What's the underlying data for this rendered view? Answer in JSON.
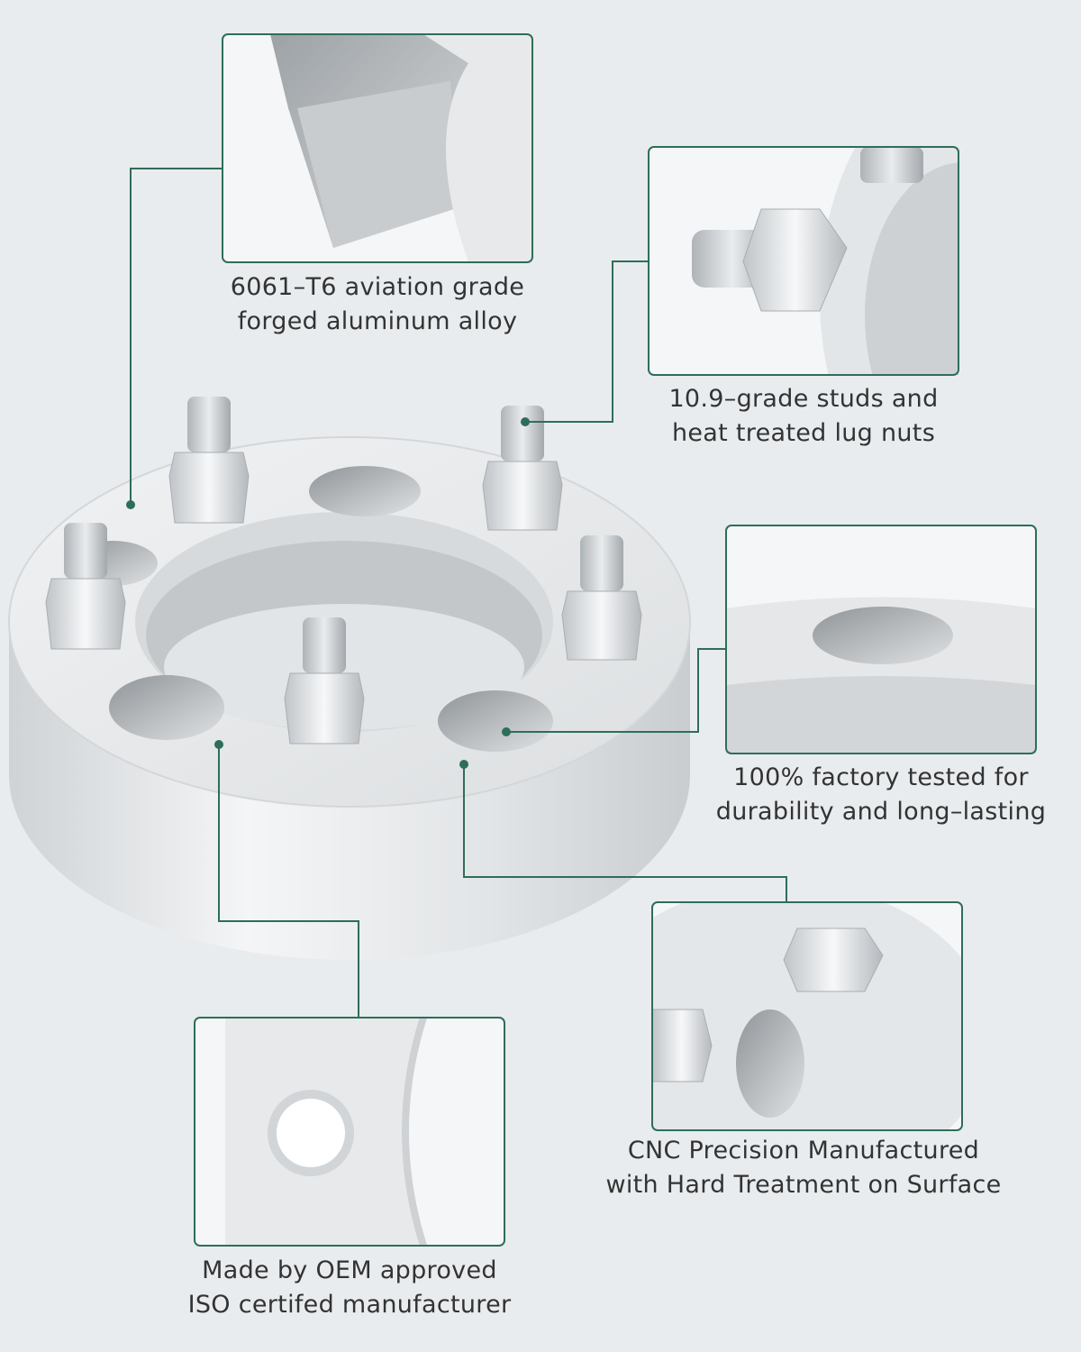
{
  "colors": {
    "accent": "#2e6e58",
    "background": "#e9ecee",
    "text": "#333333"
  },
  "callouts": [
    {
      "id": "material",
      "lines": [
        "6061–T6 aviation grade",
        "forged aluminum alloy"
      ]
    },
    {
      "id": "studs",
      "lines": [
        "10.9–grade studs and",
        "heat treated lug nuts"
      ]
    },
    {
      "id": "tested",
      "lines": [
        "100% factory tested for",
        "durability and long–lasting"
      ]
    },
    {
      "id": "cnc",
      "lines": [
        "CNC Precision Manufactured",
        "with Hard Treatment on Surface"
      ]
    },
    {
      "id": "oem",
      "lines": [
        "Made by OEM approved",
        "ISO certifed manufacturer"
      ]
    }
  ]
}
